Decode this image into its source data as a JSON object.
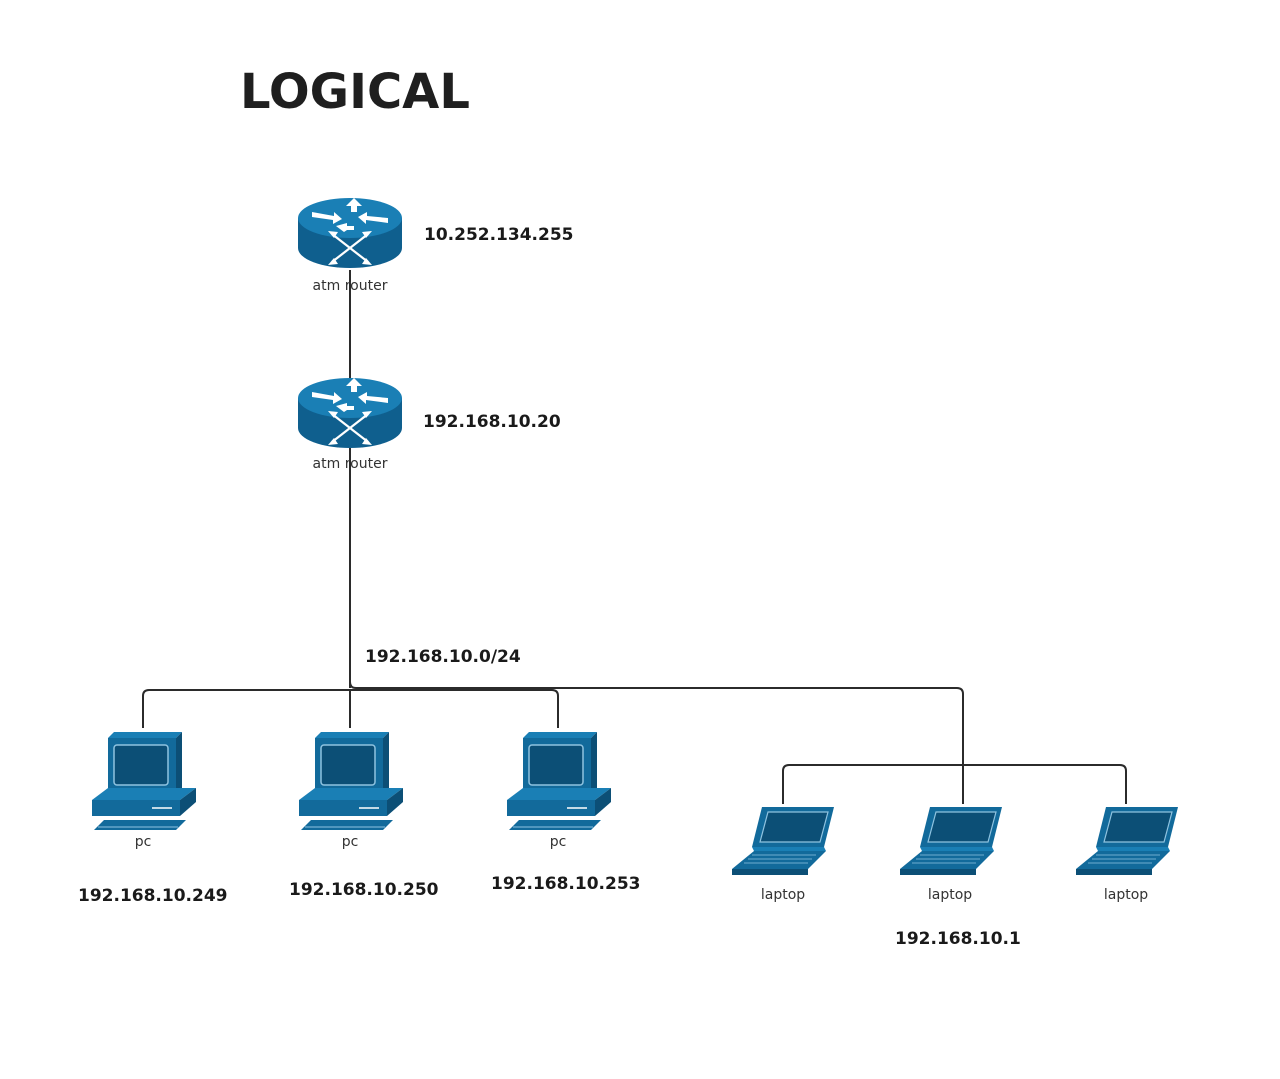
{
  "title": "LOGICAL",
  "colors": {
    "device": "#126a9b",
    "device_dark": "#0c4f76",
    "device_light": "#1e86bd",
    "wire": "#2b2b2b"
  },
  "routers": [
    {
      "label": "atm router",
      "ip": "10.252.134.255",
      "icon": "router-icon"
    },
    {
      "label": "atm router",
      "ip": "192.168.10.20",
      "icon": "router-icon"
    }
  ],
  "subnet": "192.168.10.0/24",
  "pcs": [
    {
      "label": "pc",
      "ip": "192.168.10.249",
      "icon": "pc-icon"
    },
    {
      "label": "pc",
      "ip": "192.168.10.250",
      "icon": "pc-icon"
    },
    {
      "label": "pc",
      "ip": "192.168.10.253",
      "icon": "pc-icon"
    }
  ],
  "laptops": [
    {
      "label": "laptop",
      "icon": "laptop-icon"
    },
    {
      "label": "laptop",
      "ip": "192.168.10.1",
      "icon": "laptop-icon"
    },
    {
      "label": "laptop",
      "icon": "laptop-icon"
    }
  ]
}
